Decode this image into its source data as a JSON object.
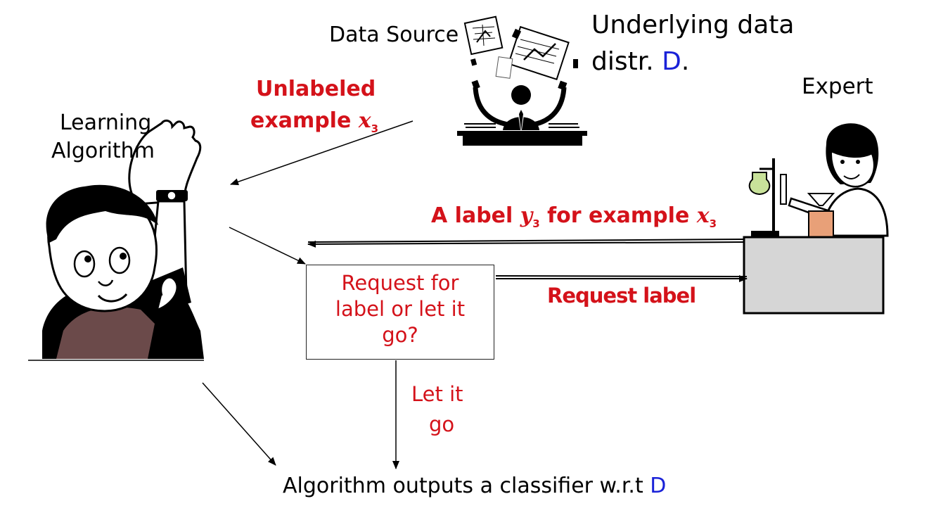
{
  "labels": {
    "data_source": "Data Source",
    "underlying_line1": "Underlying data",
    "underlying_line2_prefix": "distr. ",
    "underlying_D": "D",
    "underlying_suffix": ".",
    "expert": "Expert",
    "learning_line1": "Learning",
    "learning_line2": "Algorithm",
    "unlabeled_line1": "Unlabeled",
    "unlabeled_line2": "example",
    "x3": "x",
    "sub3": "3",
    "label_prefix": "A label",
    "y3": "y",
    "label_mid": "for example",
    "request_line1": "Request for",
    "request_line2": "label or let it",
    "request_line3": "go?",
    "request_label": "Request label",
    "let_go_line1": "Let it",
    "let_go_line2": "go",
    "output_prefix": "Algorithm outputs a classifier w.r.t ",
    "output_D": "D"
  },
  "colors": {
    "red": "#d4121a",
    "blue": "#1a22d8"
  }
}
